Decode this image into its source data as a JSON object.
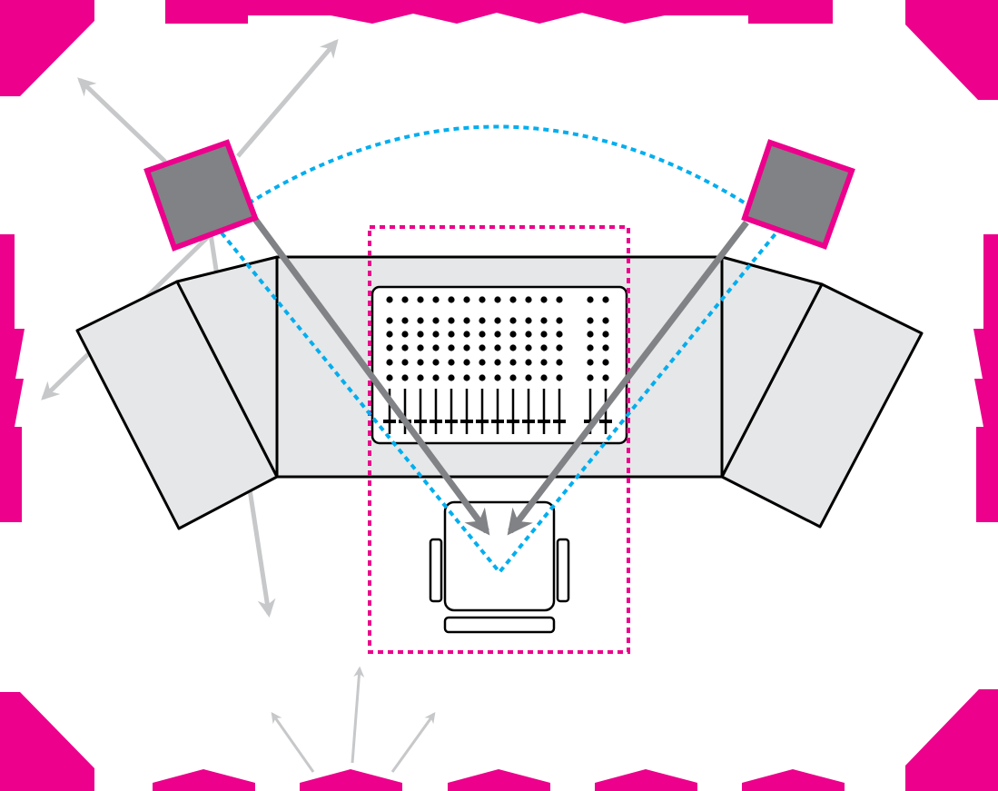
{
  "colors": {
    "border": "#ec008c",
    "desk_fill": "#e6e7e8",
    "speaker_fill": "#808285",
    "reflection_arrow": "#c7c8ca",
    "direct_arrow": "#808285",
    "sweet_spot_line": "#00aeef",
    "listening_zone": "#ec008c"
  },
  "mixer": {
    "channel_strips": 12,
    "extra_strips": 2,
    "knob_rows": 6
  }
}
